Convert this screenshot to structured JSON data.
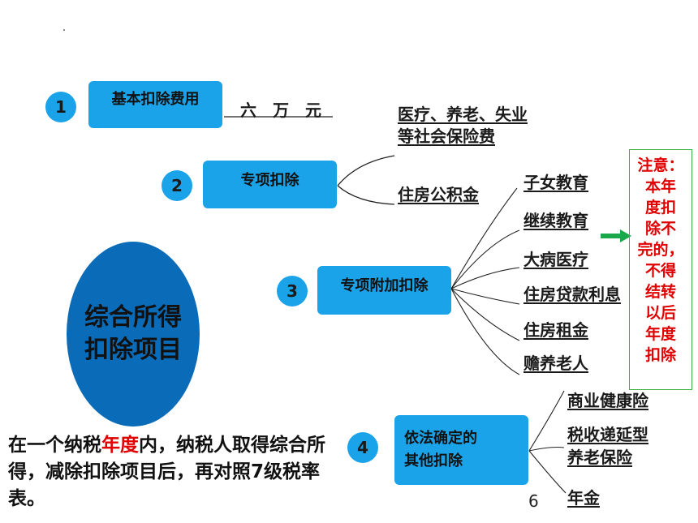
{
  "center_title": [
    "综合所得",
    "扣除项目"
  ],
  "items": [
    {
      "num": "1",
      "label": "基本扣除费用"
    },
    {
      "num": "2",
      "label": "专项扣除"
    },
    {
      "num": "3",
      "label": "专项附加扣除"
    },
    {
      "num": "4",
      "label": "依法确定的\n其他扣除"
    }
  ],
  "basic_amount": "六　万　元",
  "special_deductions": [
    "医疗、养老、失业\n等社会保险费",
    "住房公积金"
  ],
  "special_additional": [
    "子女教育",
    "继续教育",
    "大病医疗",
    "住房贷款利息",
    "住房租金",
    "赡养老人"
  ],
  "other_deductions": [
    "商业健康险",
    "税收递延型\n养老保险",
    "年金"
  ],
  "note": [
    "注意：",
    "本年",
    "度扣",
    "除不",
    "完的，",
    "不得",
    "结转",
    "以后",
    "年度",
    "扣除"
  ],
  "summary": {
    "pre": "在一个纳税",
    "highlight": "年度",
    "post": "内，纳税人取得综合所得，减除扣除项目后，再对照7级税率表。"
  },
  "page_number": "6",
  "colors": {
    "box": "#1aa3e8",
    "oval": "#0a6cb8",
    "accent_red": "#e00000",
    "arrow_green": "#19a84a"
  }
}
